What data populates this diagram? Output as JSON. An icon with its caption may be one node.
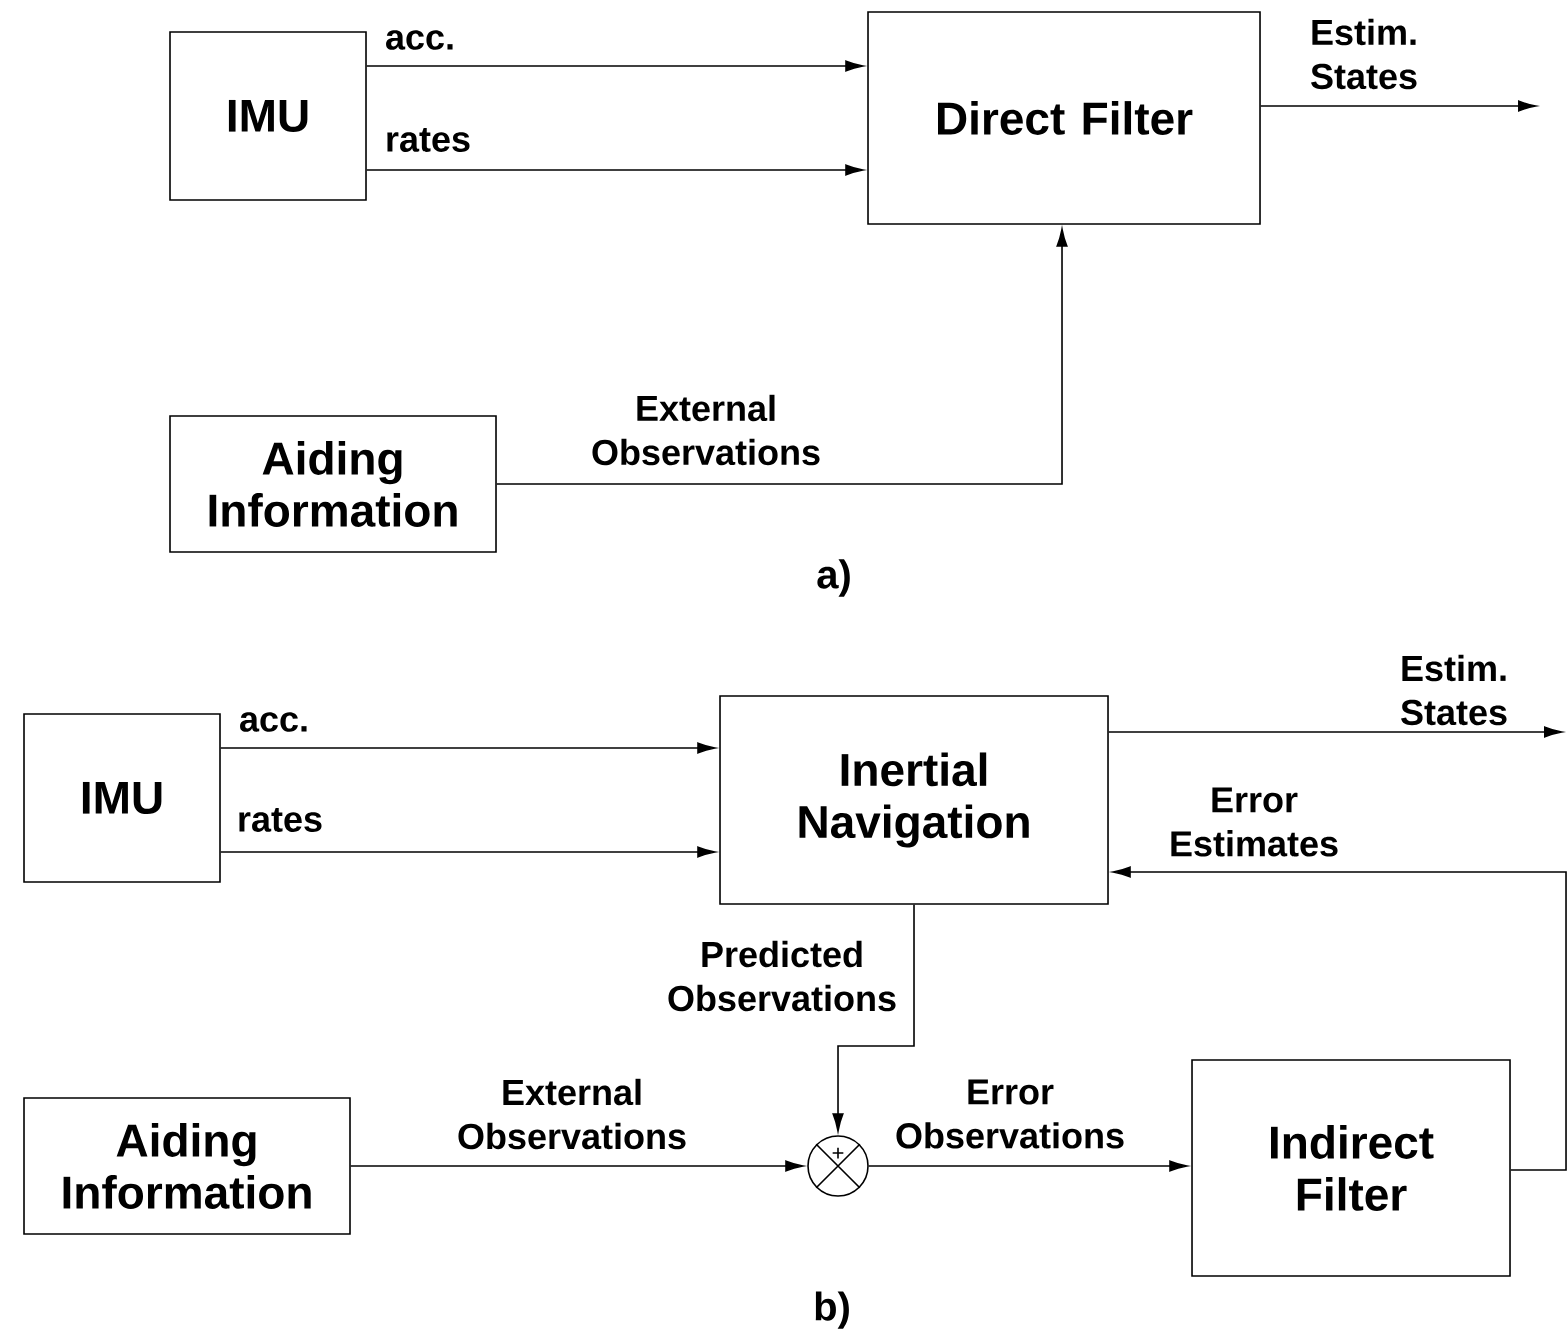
{
  "diagram": {
    "nodes": [
      {
        "text": [
          "IMU"
        ]
      },
      {
        "text": [
          "Direct Filter"
        ]
      },
      {
        "text": [
          "Aiding Information"
        ]
      },
      {
        "text": [
          "IMU"
        ]
      },
      {
        "text": [
          "Inertial Navigation"
        ]
      },
      {
        "text": [
          "Aiding Information"
        ]
      },
      {
        "text": [
          "+"
        ]
      },
      {
        "text": [
          "Indirect Filter"
        ]
      }
    ],
    "edges": [
      {
        "from": 0,
        "to": 1,
        "arrow": "to",
        "label": "acc."
      },
      {
        "from": 0,
        "to": 1,
        "arrow": "to",
        "label": "rates"
      },
      {
        "from": 2,
        "to": 1,
        "arrow": "to",
        "label": "External Observations"
      },
      {
        "from": 1,
        "to": null,
        "arrow": "to",
        "label": "Estim. States"
      },
      {
        "from": 3,
        "to": 4,
        "arrow": "to",
        "label": "acc."
      },
      {
        "from": 3,
        "to": 4,
        "arrow": "to",
        "label": "rates"
      },
      {
        "from": 4,
        "to": null,
        "arrow": "to",
        "label": "Estim. States"
      },
      {
        "from": 7,
        "to": 4,
        "arrow": "to",
        "label": "Error Estimates"
      },
      {
        "from": 4,
        "to": 6,
        "arrow": "to",
        "label": "Predicted Observations"
      },
      {
        "from": 5,
        "to": 6,
        "arrow": "to",
        "label": "External Observations"
      },
      {
        "from": 6,
        "to": 7,
        "arrow": "to",
        "label": "Error Observations"
      }
    ],
    "labels": [
      "a)",
      "b)"
    ]
  }
}
